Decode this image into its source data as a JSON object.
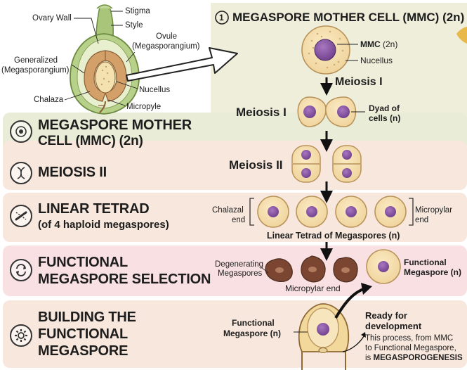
{
  "ovary_labels": {
    "ovary_wall": "Ovary Wall",
    "stigma": "Stigma",
    "style": "Style",
    "ovule": "Ovule",
    "ovule_sub": "(Megasporangium)",
    "generalized": "Generalized",
    "generalized_sub": "(Megasporangium)",
    "nucellus": "Nucellus",
    "chalaza": "Chalaza",
    "micropyle": "Micropyle"
  },
  "header": {
    "number": "1",
    "title": "MEGASPORE MOTHER CELL (MMC) (2n)"
  },
  "mmc_labels": {
    "mmc": "MMC",
    "mmc_ploidy": "(2n)",
    "nucellus": "Nucellus"
  },
  "flow_labels": {
    "meiosis1_top": "Meiosis I",
    "meiosis1_side": "Meiosis I",
    "dyad_line1": "Dyad of",
    "dyad_line2": "cells (n)",
    "meiosis2": "Meiosis II",
    "chalazal_line1": "Chalazal",
    "chalazal_line2": "end",
    "micropylar_line1": "Micropylar",
    "micropylar_line2": "end",
    "tetrad_caption": "Linear Tetrad of Megaspores (n)",
    "degenerating_line1": "Degenerating",
    "degenerating_line2": "Megaspores",
    "micropylar_end": "Micropylar end",
    "functional_line1": "Functional",
    "functional_line2": "Megaspore (n)",
    "functional2_line1": "Functional",
    "functional2_line2": "Megaspore (n)",
    "ready_line1": "Ready for",
    "ready_line2": "development",
    "process_line1": "This process, from MMC",
    "process_line2": "to Functional Megaspore,",
    "process_line3_prefix": "is ",
    "process_line3_bold": "MEGASPOROGENESIS"
  },
  "steps": [
    {
      "title_line1": "MEGASPORE MOTHER",
      "title_line2": "CELL (MMC) (2n)",
      "icon": "cell-icon",
      "color": "#e9ecd6"
    },
    {
      "title_line1": "MEIOSIS II",
      "icon": "dna-icon",
      "color": "#f8e7dc"
    },
    {
      "title_line1": "LINEAR TETRAD",
      "subtitle": "(of 4 haploid megaspores)",
      "icon": "chromosome-icon",
      "color": "#f8e7dc"
    },
    {
      "title_line1": "FUNCTIONAL",
      "title_line2": "MEGASPORE SELECTION",
      "icon": "cycle-icon",
      "color": "#f9e1e3"
    },
    {
      "title_line1": "BUILDING THE",
      "title_line2": "FUNCTIONAL",
      "title_line3": "MEGASPORE",
      "icon": "gear-icon",
      "color": "#f8e7dc"
    }
  ],
  "colors": {
    "cell_fill": "#f4dba4",
    "cell_border": "#b8925a",
    "nucleus": "#8e5aa6",
    "degenerating": "#6e3f2c",
    "arrow": "#1a1a1a"
  }
}
